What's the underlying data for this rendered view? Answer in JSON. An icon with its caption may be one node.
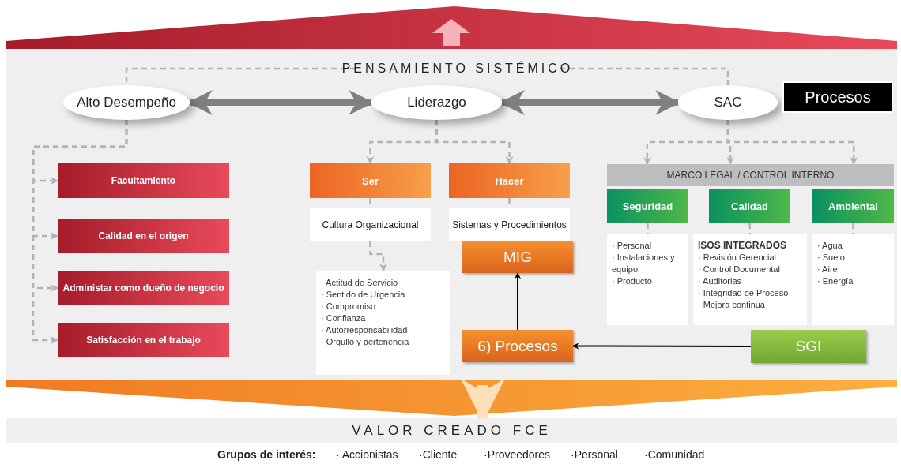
{
  "diagram": {
    "nodes": [
      {
        "text": [
          "PENSAMIENTO SISTÉMICO"
        ]
      },
      {
        "text": [
          "Alto Desempeño"
        ]
      },
      {
        "text": [
          "Liderazgo"
        ]
      },
      {
        "text": [
          "SAC"
        ]
      },
      {
        "text": [
          "Procesos"
        ]
      },
      {
        "text": [
          "Facultamiento"
        ]
      },
      {
        "text": [
          "Calidad en el origen"
        ]
      },
      {
        "text": [
          "Administar como dueño de negocio"
        ]
      },
      {
        "text": [
          "Satisfacción en el trabajo"
        ]
      },
      {
        "text": [
          "Ser"
        ]
      },
      {
        "text": [
          "Hacer"
        ]
      },
      {
        "text": [
          "Cultura Organizacional"
        ]
      },
      {
        "text": [
          "Sistemas y Procedimientos"
        ]
      },
      {
        "text": [
          "· Actitud de Servicio",
          "· Sentido de Urgencia",
          "· Compromiso",
          "· Confianza",
          "· Autorresponsabilidad",
          "· Orgullo y pertenencia"
        ]
      },
      {
        "text": [
          "MIG"
        ]
      },
      {
        "text": [
          "6) Procesos"
        ]
      },
      {
        "text": [
          "MARCO LEGAL / CONTROL INTERNO"
        ]
      },
      {
        "text": [
          "Seguridad"
        ]
      },
      {
        "text": [
          "Calidad"
        ]
      },
      {
        "text": [
          "Ambiental"
        ]
      },
      {
        "text": [
          "· Personal",
          "· Instalaciones y equipo",
          "· Producto"
        ]
      },
      {
        "text": [
          "ISOS INTEGRADOS",
          "· Revisión Gerencial",
          "· Control Documental",
          "· Auditorias",
          "· Integridad  de Proceso",
          "· Mejora continua"
        ]
      },
      {
        "text": [
          "· Agua",
          "· Suelo",
          "· Aire",
          "· Energía"
        ]
      },
      {
        "text": [
          "SGI"
        ]
      },
      {
        "text": [
          "VALOR CREADO FCE"
        ]
      }
    ],
    "edges": [
      {
        "from": 0,
        "to": 1,
        "arrow": "none",
        "style": "dashed"
      },
      {
        "from": 0,
        "to": 3,
        "arrow": "none",
        "style": "dashed"
      },
      {
        "from": 1,
        "to": 2,
        "arrow": "both",
        "style": "thick",
        "color": "#808080"
      },
      {
        "from": 2,
        "to": 3,
        "arrow": "both",
        "style": "thick",
        "color": "#808080"
      },
      {
        "from": 1,
        "to": 5,
        "arrow": "to",
        "style": "dashed"
      },
      {
        "from": 1,
        "to": 6,
        "arrow": "to",
        "style": "dashed"
      },
      {
        "from": 1,
        "to": 7,
        "arrow": "to",
        "style": "dashed"
      },
      {
        "from": 1,
        "to": 8,
        "arrow": "to",
        "style": "dashed"
      },
      {
        "from": 2,
        "to": 9,
        "arrow": "to",
        "style": "dashed"
      },
      {
        "from": 2,
        "to": 10,
        "arrow": "to",
        "style": "dashed"
      },
      {
        "from": 9,
        "to": 11,
        "arrow": "none",
        "style": "dashed"
      },
      {
        "from": 10,
        "to": 12,
        "arrow": "none",
        "style": "dashed"
      },
      {
        "from": 11,
        "to": 13,
        "arrow": "to",
        "style": "dashed"
      },
      {
        "from": 3,
        "to": 16,
        "arrow": "to",
        "style": "dashed"
      },
      {
        "from": 3,
        "to": 16,
        "arrow": "to",
        "style": "dashed"
      },
      {
        "from": 3,
        "to": 16,
        "arrow": "to",
        "style": "dashed"
      },
      {
        "from": 17,
        "to": 20,
        "arrow": "none",
        "style": "dashed"
      },
      {
        "from": 18,
        "to": 21,
        "arrow": "none",
        "style": "dashed"
      },
      {
        "from": 19,
        "to": 22,
        "arrow": "none",
        "style": "dashed"
      },
      {
        "from": 15,
        "to": 14,
        "arrow": "to",
        "color": "#000000"
      },
      {
        "from": 23,
        "to": 15,
        "arrow": "to",
        "color": "#000000"
      },
      {
        "from": null,
        "to": 24,
        "arrow": "to",
        "style": "thick",
        "color": "#fde0b8"
      }
    ],
    "labels": [
      "Grupos de interés:",
      "· Accionistas",
      "·Cliente",
      "·Proveedores",
      "·Personal",
      "·Comunidad"
    ]
  }
}
